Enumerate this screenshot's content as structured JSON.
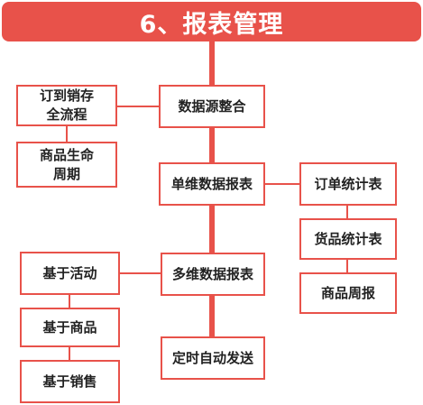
{
  "header": {
    "title": "6、报表管理"
  },
  "center_nodes": {
    "integration": "数据源整合",
    "single_dim": "单维数据报表",
    "multi_dim": "多维数据报表",
    "auto_send": "定时自动发送"
  },
  "left_nodes": {
    "order_to_stock": "订到销存\n全流程",
    "product_lifecycle": "商品生命\n周期",
    "by_activity": "基于活动",
    "by_product": "基于商品",
    "by_sales": "基于销售"
  },
  "right_nodes": {
    "order_stats": "订单统计表",
    "goods_stats": "货品统计表",
    "product_weekly": "商品周报"
  },
  "colors": {
    "accent": "#e8524a",
    "box_fill": "#ffffff",
    "text": "#222222"
  }
}
